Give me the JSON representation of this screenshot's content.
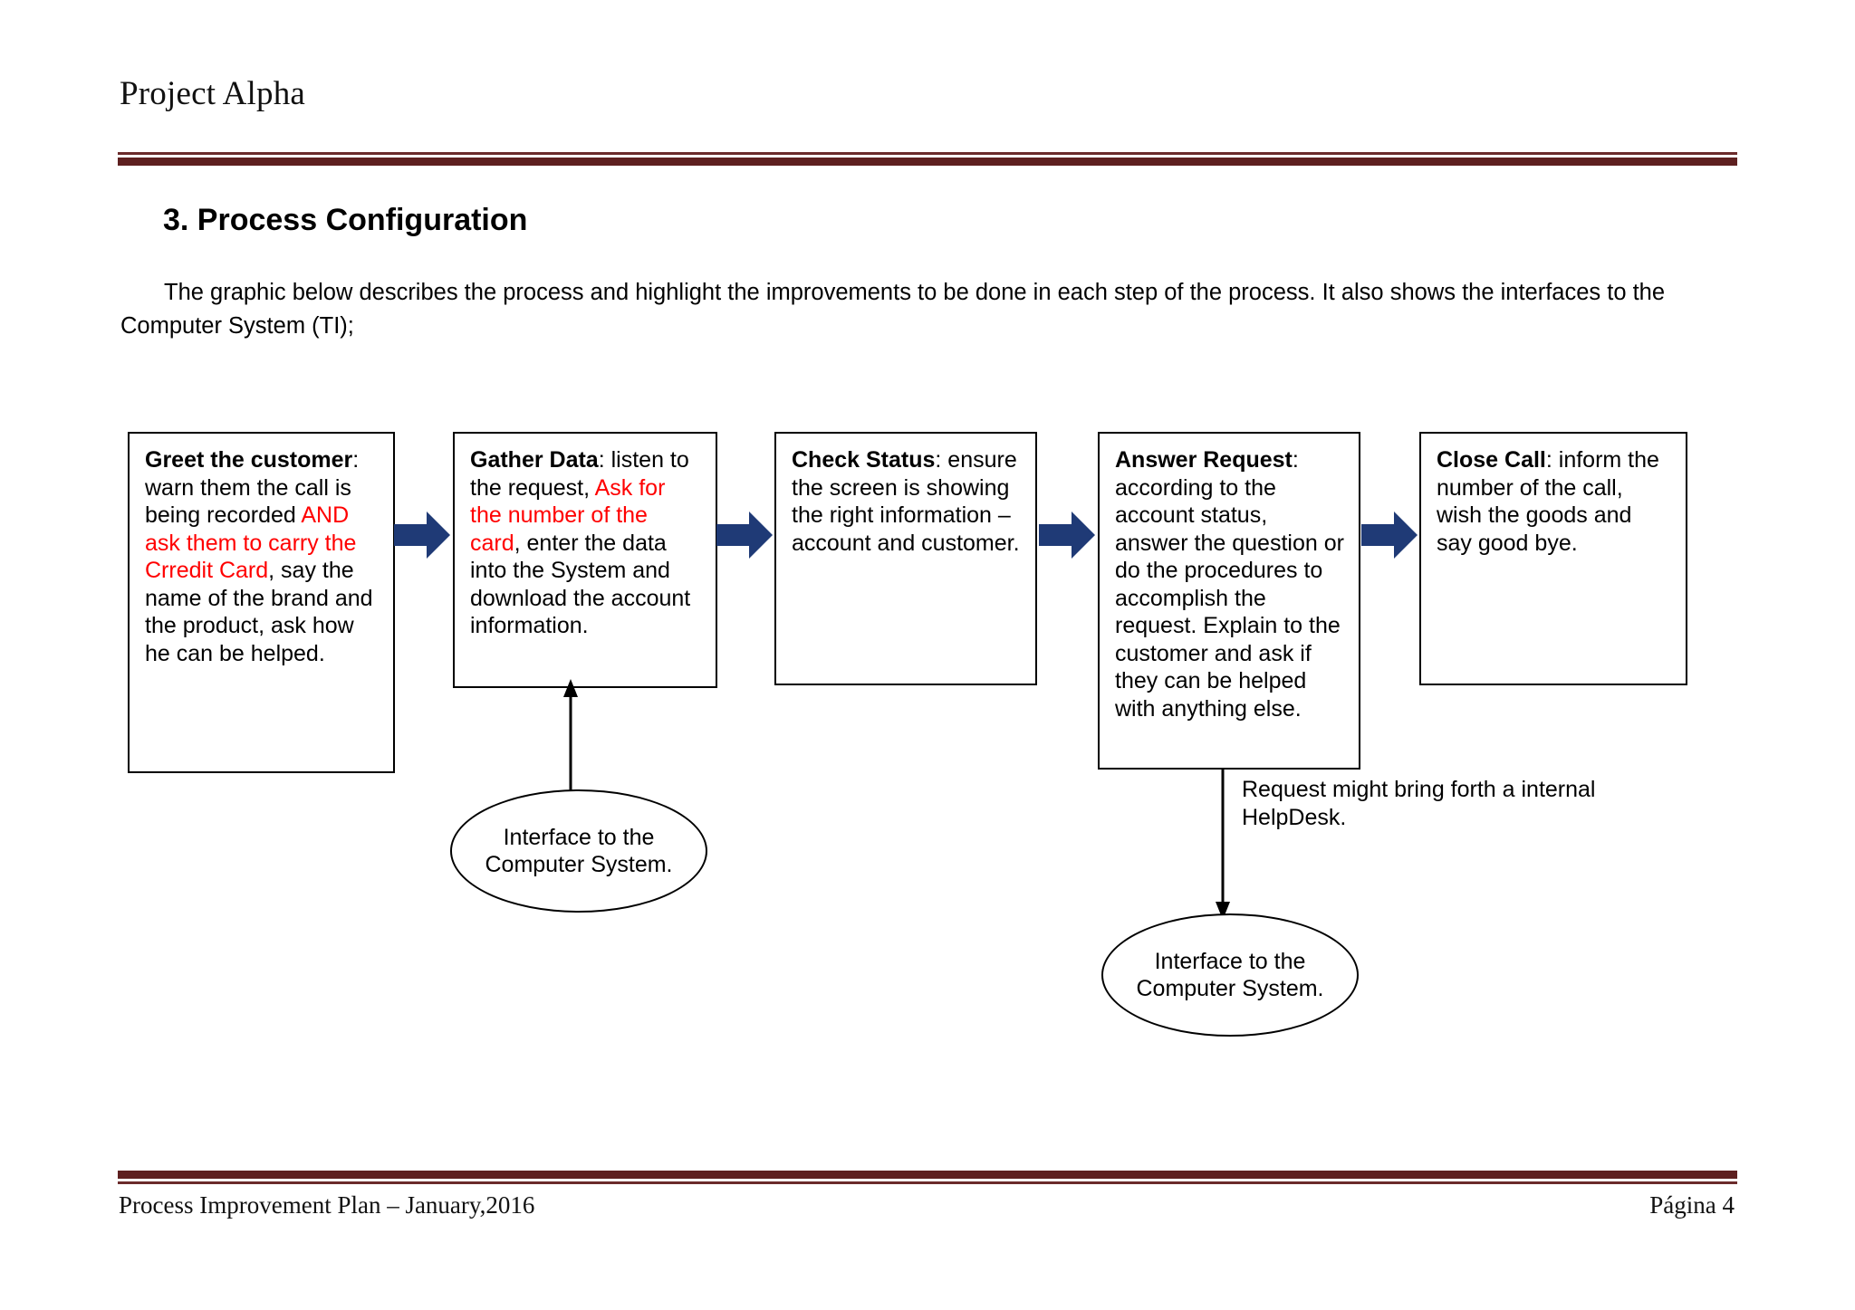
{
  "header": {
    "title": "Project Alpha",
    "rule_color": "#5e2020"
  },
  "section": {
    "heading": "3. Process Configuration",
    "intro": "The graphic below describes the process and highlight the improvements to be done in each step of the process. It also shows the interfaces to the Computer System (TI);"
  },
  "diagram": {
    "accent_arrow_color": "#1f3a76",
    "highlight_color": "#ff0000",
    "boxes": [
      {
        "id": "greet-the-customer",
        "title": "Greet the customer",
        "colon": ": ",
        "text_before": "warn them the call is being recorded ",
        "highlight": "AND ask them to carry the Crredit Card",
        "text_after": ", say the name of the brand and the product, ask how he can be helped."
      },
      {
        "id": "gather-data",
        "title": "Gather Data",
        "colon": ": ",
        "text_before": "listen to the request, ",
        "highlight": "Ask for the number of the card",
        "text_after": ", enter the data into the System and download the account information."
      },
      {
        "id": "check-status",
        "title": "Check Status",
        "colon": ": ",
        "text_before": "ensure the screen is showing the right information – account and customer.",
        "highlight": "",
        "text_after": ""
      },
      {
        "id": "answer-request",
        "title": "Answer Request",
        "colon": ": ",
        "text_before": "according to the account status, answer the question or do the procedures to accomplish the request. Explain to the customer and ask if they can be helped with anything else.",
        "highlight": "",
        "text_after": ""
      },
      {
        "id": "close-call",
        "title": "Close Call",
        "colon": ": ",
        "text_before": "inform the number of the call, wish the goods and say good bye.",
        "highlight": "",
        "text_after": ""
      }
    ],
    "ellipses": [
      {
        "id": "interface-computer-system-1",
        "label": "Interface to the Computer System."
      },
      {
        "id": "interface-computer-system-2",
        "label": "Interface to the Computer System."
      }
    ],
    "annotation": "Request might bring forth a internal HelpDesk."
  },
  "footer": {
    "left": "Process Improvement Plan – January,2016",
    "right": "Página 4"
  }
}
